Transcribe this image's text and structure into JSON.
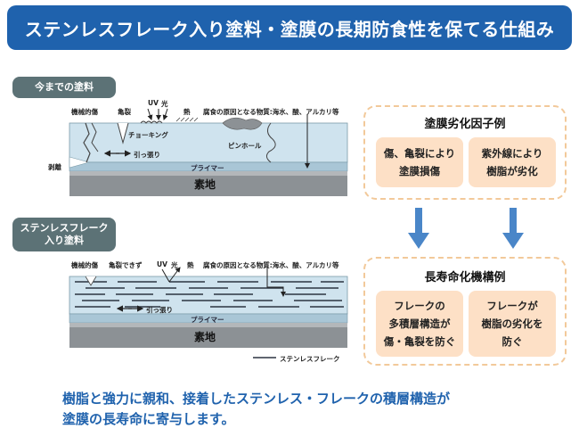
{
  "title": "ステンレスフレーク入り塗料・塗膜の長期防食性を保てる仕組み",
  "old_paint": {
    "pill": "今までの塗料",
    "labels": {
      "mechanical": "機械的傷",
      "crack": "亀裂",
      "uv": "UV",
      "light": "光",
      "heat": "熱",
      "corrosive": "腐食の原因となる物質:海水、酸、アルカリ等",
      "chalking": "チョーキング",
      "pinhole": "ピンホール",
      "peeling": "剥離",
      "tension": "引っ張り",
      "primer": "プライマー",
      "substrate": "素地"
    }
  },
  "new_paint": {
    "pill_line1": "ステンレスフレーク",
    "pill_line2": "入り塗料",
    "labels": {
      "mechanical": "機械的傷",
      "no_crack": "亀裂できず",
      "uv": "UV",
      "light": "光",
      "heat": "熱",
      "corrosive": "腐食の原因となる物質:海水、酸、アルカリ等",
      "tension": "引っ張り",
      "primer": "プライマー",
      "substrate": "素地",
      "legend": "ステンレスフレーク"
    }
  },
  "factors_box": {
    "heading": "塗膜劣化因子例",
    "item1_line1": "傷、亀裂により",
    "item1_line2": "塗膜損傷",
    "item2_line1": "紫外線により",
    "item2_line2": "樹脂が劣化"
  },
  "mechanism_box": {
    "heading": "長寿命化機構例",
    "item1_line1": "フレークの",
    "item1_line2": "多積層構造が",
    "item1_line3": "傷・亀裂を防ぐ",
    "item2_line1": "フレークが",
    "item2_line2": "樹脂の劣化を",
    "item2_line3": "防ぐ"
  },
  "conclusion_line1": "樹脂と強力に親和、接着したステンレス・フレークの積層構造が",
  "conclusion_line2": "塗膜の長寿命に寄与します。",
  "colors": {
    "title_bg": "#1f62ad",
    "pill_bg": "#5c7276",
    "coating": "#cfe3ee",
    "substrate": "#8c9195",
    "peach": "#fde0c6",
    "dashed": "#f2c99a",
    "arrow_blue": "#4a86c8"
  }
}
